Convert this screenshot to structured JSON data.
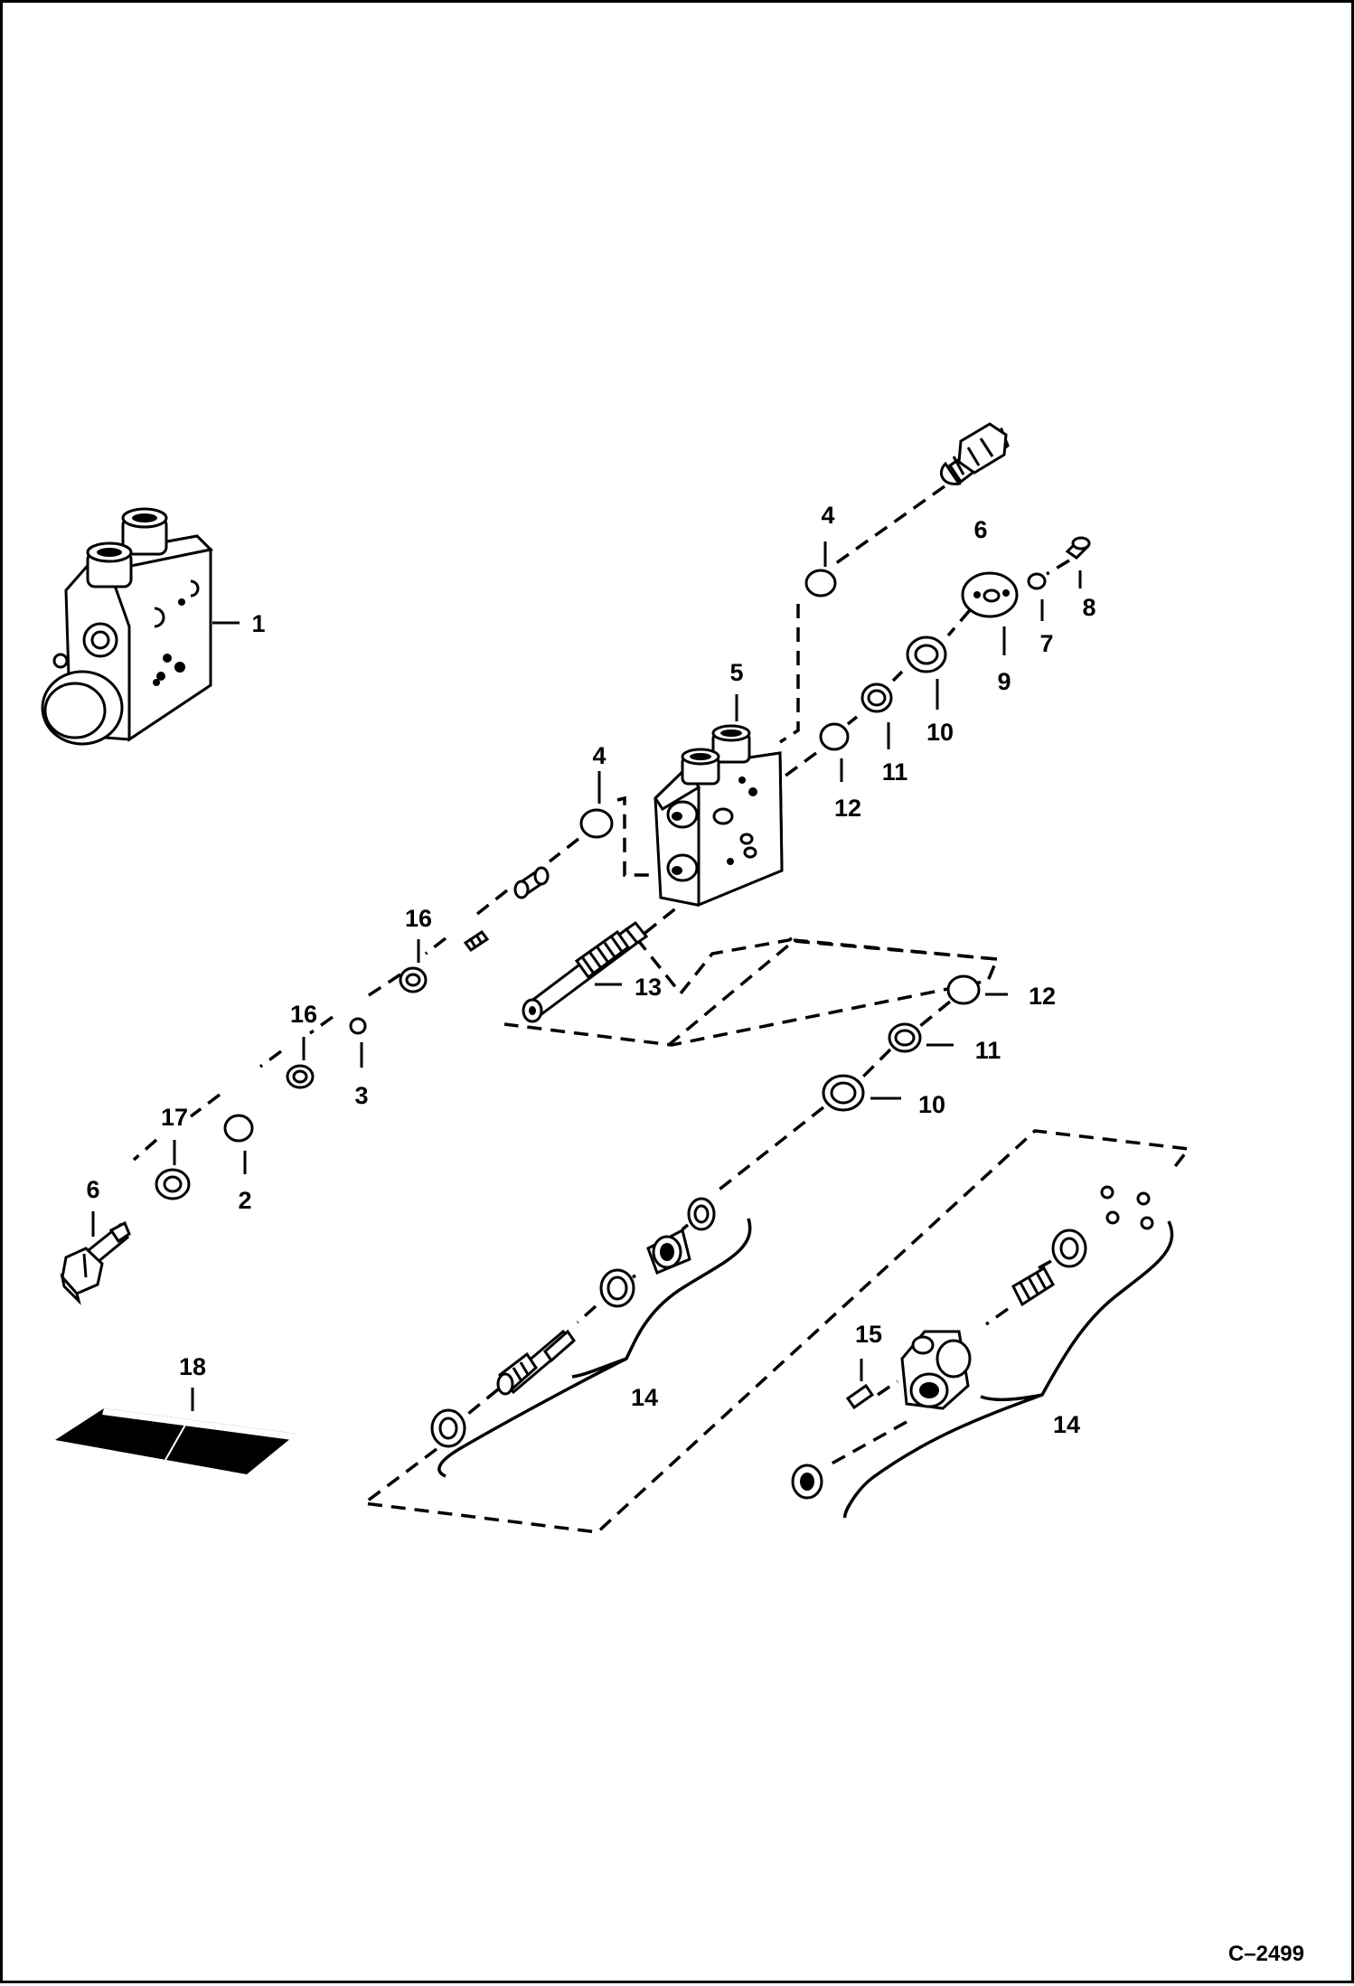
{
  "figure_number": "C–2499",
  "callouts": {
    "c1": "1",
    "c2": "2",
    "c3": "3",
    "c4a": "4",
    "c4b": "4",
    "c5": "5",
    "c6a": "6",
    "c6b": "6",
    "c7": "7",
    "c8": "8",
    "c9": "9",
    "c10a": "10",
    "c10b": "10",
    "c11a": "11",
    "c11b": "11",
    "c12a": "12",
    "c12b": "12",
    "c13": "13",
    "c14a": "14",
    "c14b": "14",
    "c15": "15",
    "c16a": "16",
    "c16b": "16",
    "c17": "17",
    "c18": "18"
  }
}
